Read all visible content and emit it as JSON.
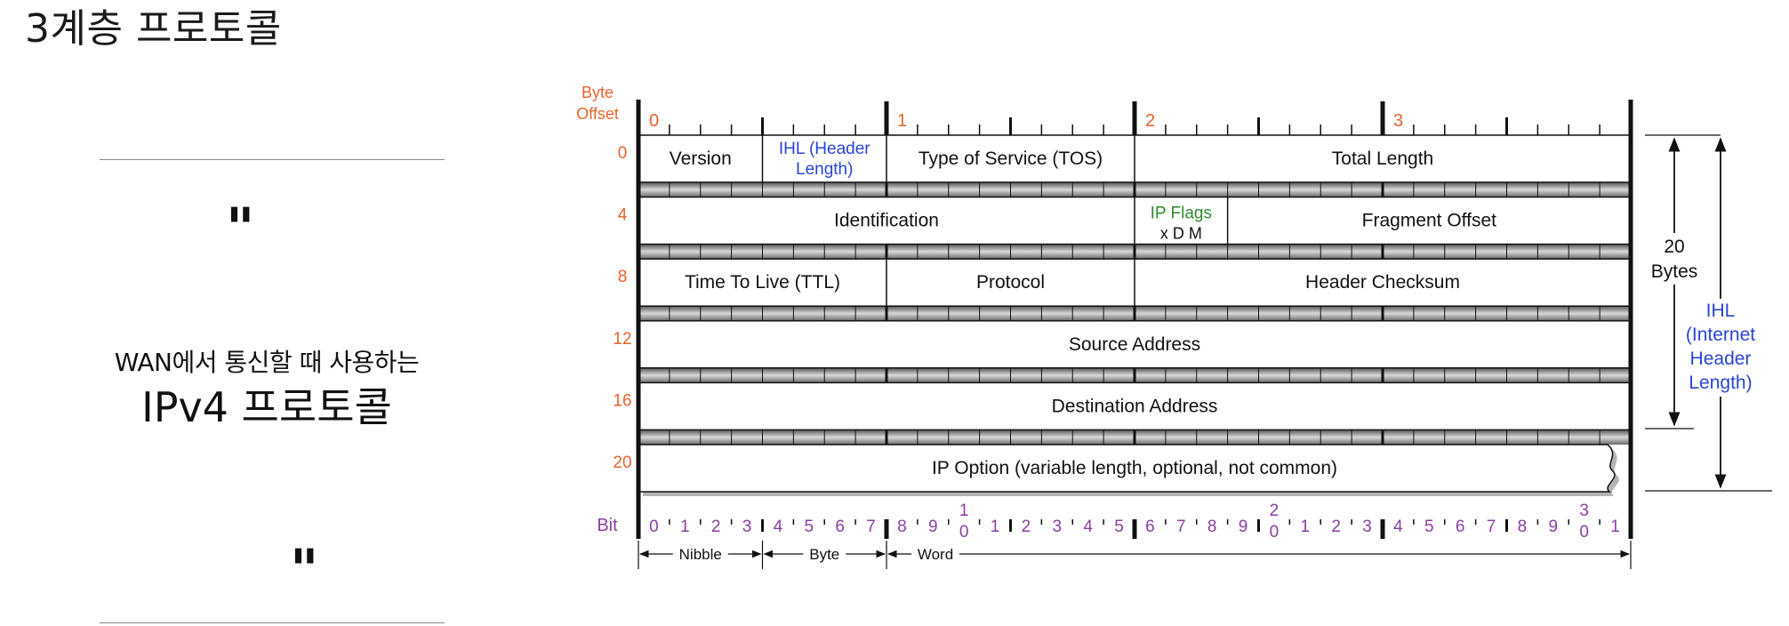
{
  "page": {
    "title": "3계층 프로토콜",
    "open_quote": "\"",
    "close_quote": "\"",
    "subtitle": "WAN에서 통신할 때 사용하는",
    "headline": "IPv4 프로토콜"
  },
  "diagram": {
    "colors": {
      "offset": "#e8632b",
      "ihl": "#2a44d6",
      "flags": "#2e8b2e",
      "bit": "#8a3fa0",
      "line": "#111111"
    },
    "byte_offset_label": [
      "Byte",
      "Offset"
    ],
    "row_offsets": [
      "0",
      "4",
      "8",
      "12",
      "16",
      "20"
    ],
    "byte_numbers": [
      "0",
      "1",
      "2",
      "3"
    ],
    "bit_label": "Bit",
    "bit_numbers": [
      "0",
      "1",
      "2",
      "3",
      "4",
      "5",
      "6",
      "7",
      "8",
      "9",
      "1|0",
      "1",
      "2",
      "3",
      "4",
      "5",
      "6",
      "7",
      "8",
      "9",
      "2|0",
      "1",
      "2",
      "3",
      "4",
      "5",
      "6",
      "7",
      "8",
      "9",
      "3|0",
      "1"
    ],
    "rows": [
      [
        {
          "bits": 4,
          "text": "Version"
        },
        {
          "bits": 4,
          "text": "IHL (Header|Length)",
          "color": "ihl"
        },
        {
          "bits": 8,
          "text": "Type of Service (TOS)"
        },
        {
          "bits": 16,
          "text": "Total Length"
        }
      ],
      [
        {
          "bits": 16,
          "text": "Identification"
        },
        {
          "bits": 3,
          "text": "IP Flags",
          "color": "flags",
          "sub": "x  D  M"
        },
        {
          "bits": 13,
          "text": "Fragment Offset"
        }
      ],
      [
        {
          "bits": 8,
          "text": "Time To Live (TTL)"
        },
        {
          "bits": 8,
          "text": "Protocol"
        },
        {
          "bits": 16,
          "text": "Header Checksum"
        }
      ],
      [
        {
          "bits": 32,
          "text": "Source Address"
        }
      ],
      [
        {
          "bits": 32,
          "text": "Destination Address"
        }
      ],
      [
        {
          "bits": 32,
          "text": "IP Option (variable length, optional, not common)",
          "torn": true
        }
      ]
    ],
    "right_labels": {
      "bytes": "20|Bytes",
      "ihl": "IHL|(Internet|Header|Length)"
    },
    "units": {
      "nibble": "Nibble",
      "byte": "Byte",
      "word": "Word"
    }
  }
}
